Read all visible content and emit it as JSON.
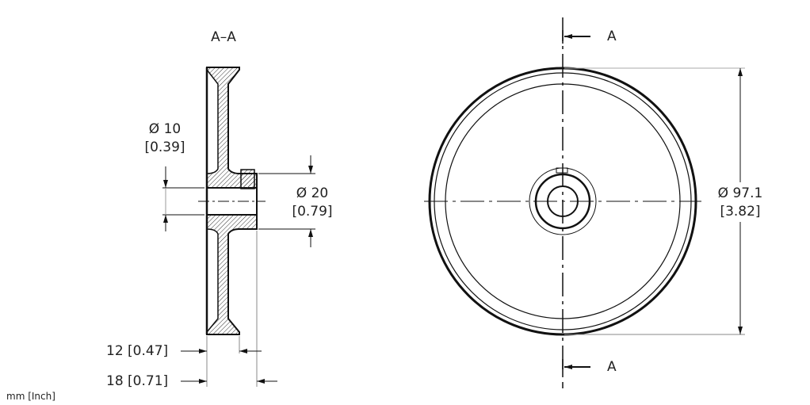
{
  "section_title": "A–A",
  "section_marker": "A",
  "dimensions": {
    "bore": {
      "mm": "Ø 10",
      "inch": "[0.39]"
    },
    "hub": {
      "mm": "Ø 20",
      "inch": "[0.79]"
    },
    "outer": {
      "mm": "Ø 97.1",
      "inch": "[3.82]"
    },
    "width_wheel": "12 [0.47]",
    "width_total": "18 [0.71]"
  },
  "units_note": "mm [Inch]"
}
